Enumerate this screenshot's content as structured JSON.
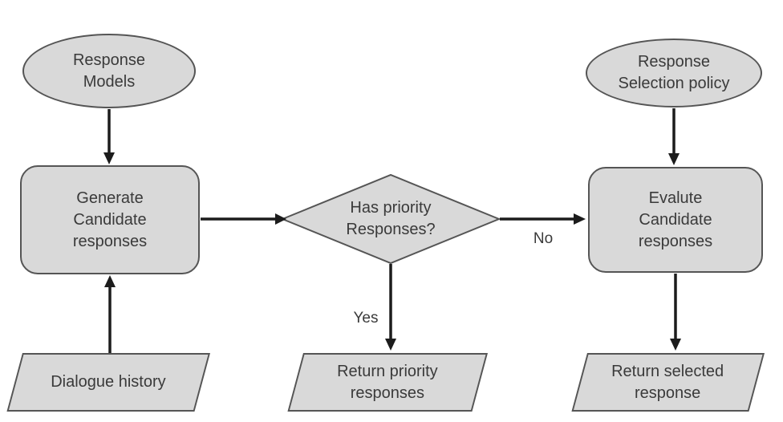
{
  "diagram": {
    "type": "flowchart",
    "nodes": {
      "response_models": {
        "shape": "ellipse",
        "label": "Response\nModels"
      },
      "response_selection_policy": {
        "shape": "ellipse",
        "label": "Response\nSelection policy"
      },
      "generate_candidate": {
        "shape": "rounded-rect",
        "label": "Generate\nCandidate\nresponses"
      },
      "has_priority_responses": {
        "shape": "diamond",
        "label": "Has priority\nResponses?"
      },
      "evalute_candidate": {
        "shape": "rounded-rect",
        "label": "Evalute\nCandidate\nresponses"
      },
      "dialogue_history": {
        "shape": "parallelogram",
        "label": "Dialogue history"
      },
      "return_priority": {
        "shape": "parallelogram",
        "label": "Return priority\nresponses"
      },
      "return_selected": {
        "shape": "parallelogram",
        "label": "Return selected\nresponse"
      }
    },
    "edge_labels": {
      "yes": "Yes",
      "no": "No"
    },
    "edges": [
      "response_models -> generate_candidate",
      "dialogue_history -> generate_candidate",
      "generate_candidate -> has_priority_responses",
      "has_priority_responses -Yes-> return_priority",
      "has_priority_responses -No-> evalute_candidate",
      "response_selection_policy -> evalute_candidate",
      "evalute_candidate -> return_selected"
    ]
  },
  "colors": {
    "shape_fill": "#d9d9d9",
    "shape_stroke": "#555555",
    "arrow": "#1c1c1c",
    "text": "#3a3a3a",
    "background": "#ffffff"
  }
}
